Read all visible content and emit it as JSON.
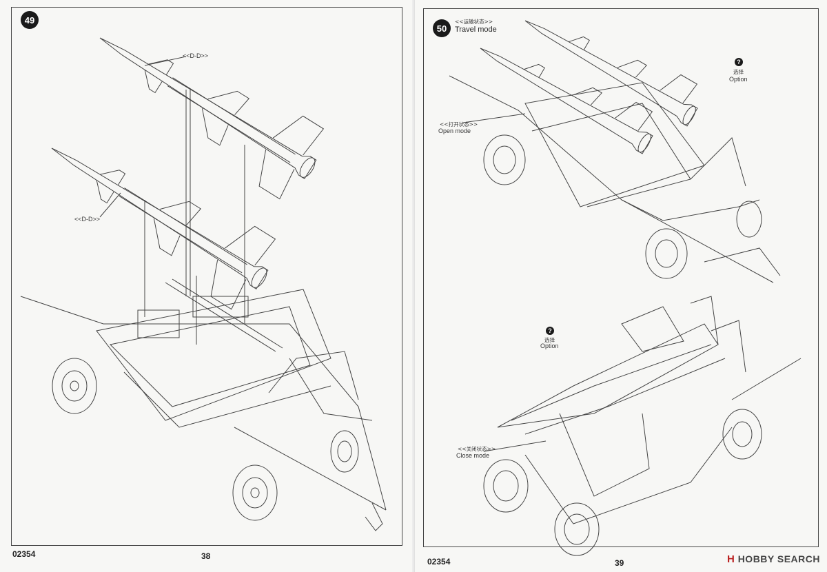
{
  "left_page": {
    "step_number": "49",
    "callouts": [
      "<<D-D>>",
      "<<D-D>>"
    ],
    "product_code": "02354",
    "page_number": "38"
  },
  "right_page": {
    "step_number": "50",
    "travel_mode": {
      "label_cn": "<<运输状态>>",
      "label_en": "Travel mode"
    },
    "open_mode": {
      "label_cn": "<<打开状态>>",
      "label_en": "Open mode"
    },
    "close_mode": {
      "label_cn": "<<关闭状态>>",
      "label_en": "Close mode"
    },
    "options": [
      {
        "icon": "?",
        "label_cn": "选择",
        "label_en": "Option"
      },
      {
        "icon": "?",
        "label_cn": "选择",
        "label_en": "Option"
      }
    ],
    "product_code": "02354",
    "page_number": "39"
  },
  "watermark": {
    "mark": "H",
    "text": "HOBBY SEARCH"
  },
  "icons": {
    "step_badge": "filled-circle",
    "option_badge": "question-circle",
    "missile": "missile-line-art",
    "launcher": "trailer-launcher-line-art"
  }
}
